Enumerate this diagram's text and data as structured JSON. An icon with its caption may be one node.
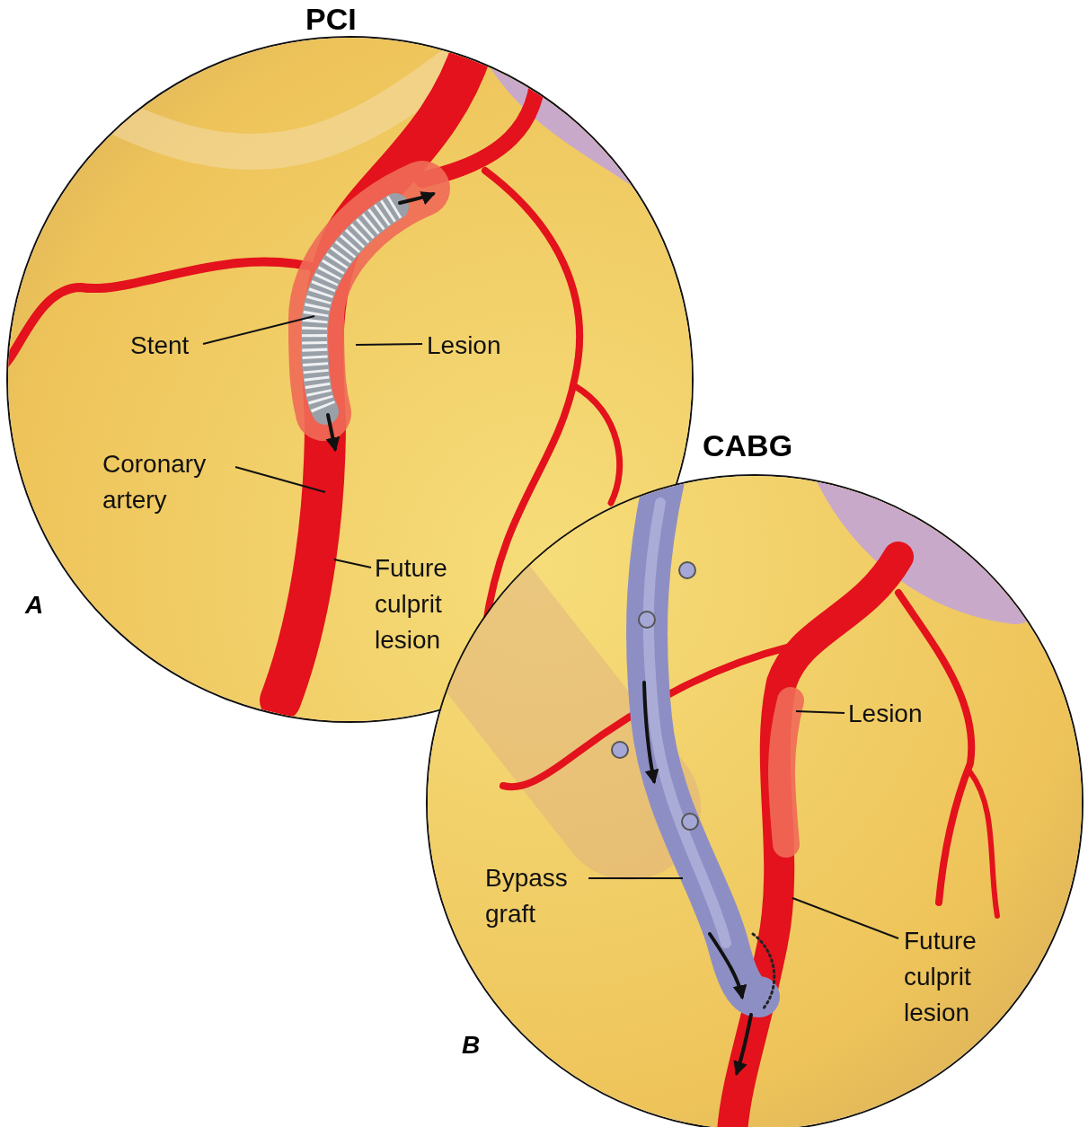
{
  "diagram": {
    "nodes": [
      {
        "text": [
          "PCI"
        ]
      },
      {
        "text": [
          "Stent"
        ],
        "in": 0
      },
      {
        "text": [
          "Lesion"
        ],
        "in": 0
      },
      {
        "text": [
          "Coronary artery"
        ],
        "in": 0
      },
      {
        "text": [
          "Future culprit lesion"
        ],
        "in": 0
      },
      {
        "text": [
          "CABG"
        ]
      },
      {
        "text": [
          "Lesion"
        ],
        "in": 5
      },
      {
        "text": [
          "Bypass graft"
        ],
        "in": 5
      },
      {
        "text": [
          "Future culprit lesion"
        ],
        "in": 5
      }
    ],
    "edges": [
      {
        "from": 1,
        "to": null,
        "arrow": "none"
      },
      {
        "from": 2,
        "to": null,
        "arrow": "none"
      },
      {
        "from": 3,
        "to": null,
        "arrow": "none"
      },
      {
        "from": 4,
        "to": null,
        "arrow": "none"
      },
      {
        "from": 6,
        "to": null,
        "arrow": "none"
      },
      {
        "from": 7,
        "to": null,
        "arrow": "none"
      },
      {
        "from": 8,
        "to": null,
        "arrow": "none"
      }
    ],
    "labels": [
      "A",
      "B"
    ]
  }
}
